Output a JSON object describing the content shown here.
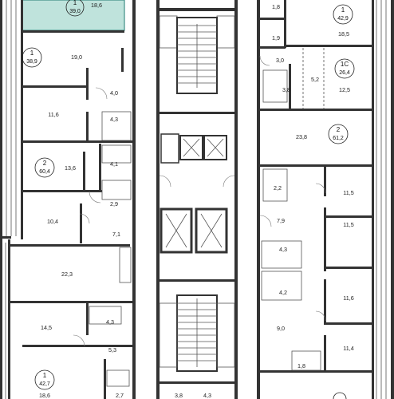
{
  "colors": {
    "highlight_fill": "#bfe3dc",
    "highlight_stroke": "#3f8f86",
    "wall": "#333333",
    "badge_stroke": "#222222"
  },
  "units": [
    {
      "key": "u_top_left",
      "number": "1",
      "area": "39,0"
    },
    {
      "key": "u_1_38",
      "number": "1",
      "area": "38,9"
    },
    {
      "key": "u_2_60",
      "number": "2",
      "area": "60,4"
    },
    {
      "key": "u_1_42_left",
      "number": "1",
      "area": "42,7"
    },
    {
      "key": "u_1_42_right",
      "number": "1",
      "area": "42,9"
    },
    {
      "key": "u_1c",
      "number": "1С",
      "area": "26,4"
    },
    {
      "key": "u_2_61",
      "number": "2",
      "area": "61,2"
    }
  ],
  "rooms": [
    {
      "key": "r1",
      "label": "18,6"
    },
    {
      "key": "r2",
      "label": "19,0"
    },
    {
      "key": "r3",
      "label": "4,0"
    },
    {
      "key": "r4",
      "label": "11,6"
    },
    {
      "key": "r5",
      "label": "4,3"
    },
    {
      "key": "r6",
      "label": "13,6"
    },
    {
      "key": "r7",
      "label": "4,1"
    },
    {
      "key": "r8",
      "label": "2,9"
    },
    {
      "key": "r9",
      "label": "10,4"
    },
    {
      "key": "r10",
      "label": "7,1"
    },
    {
      "key": "r11",
      "label": "22,3"
    },
    {
      "key": "r12",
      "label": "14,5"
    },
    {
      "key": "r13",
      "label": "4,3"
    },
    {
      "key": "r14",
      "label": "5,3"
    },
    {
      "key": "r15",
      "label": "18,6"
    },
    {
      "key": "r16",
      "label": "2,7"
    },
    {
      "key": "r17",
      "label": "3,8"
    },
    {
      "key": "r18",
      "label": "4,3"
    },
    {
      "key": "r19",
      "label": "1,8"
    },
    {
      "key": "r20",
      "label": "18,5"
    },
    {
      "key": "r21",
      "label": "1,9"
    },
    {
      "key": "r22",
      "label": "3,0"
    },
    {
      "key": "r23",
      "label": "5,2"
    },
    {
      "key": "r24",
      "label": "3,8"
    },
    {
      "key": "r25",
      "label": "12,5"
    },
    {
      "key": "r26",
      "label": "23,8"
    },
    {
      "key": "r27",
      "label": "2,2"
    },
    {
      "key": "r28",
      "label": "11,5"
    },
    {
      "key": "r29",
      "label": "7,9"
    },
    {
      "key": "r30",
      "label": "11,5"
    },
    {
      "key": "r31",
      "label": "4,3"
    },
    {
      "key": "r32",
      "label": "4,2"
    },
    {
      "key": "r33",
      "label": "11,6"
    },
    {
      "key": "r34",
      "label": "9,0"
    },
    {
      "key": "r35",
      "label": "11,4"
    },
    {
      "key": "r36",
      "label": "1,8"
    }
  ]
}
